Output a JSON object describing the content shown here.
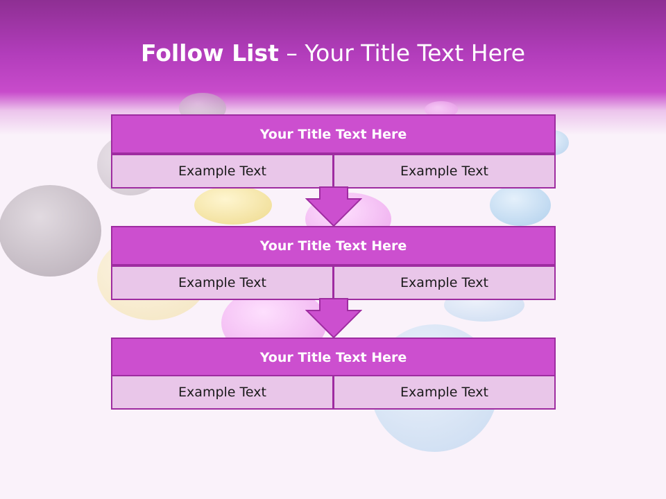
{
  "slide": {
    "title_bold": "Follow List",
    "title_rest": " – Your Title Text Here"
  },
  "colors": {
    "header_purple": "#b23dbb",
    "box_title_fill": "#cc4fcf",
    "box_cell_fill": "#e9c6e9",
    "border": "#9e2ca0"
  },
  "steps": [
    {
      "title": "Your Title Text Here",
      "left": "Example Text",
      "right": "Example Text"
    },
    {
      "title": "Your Title Text Here",
      "left": "Example Text",
      "right": "Example Text"
    },
    {
      "title": "Your Title Text Here",
      "left": "Example Text",
      "right": "Example Text"
    }
  ],
  "connectors": [
    "down-arrow-icon",
    "down-arrow-icon"
  ]
}
